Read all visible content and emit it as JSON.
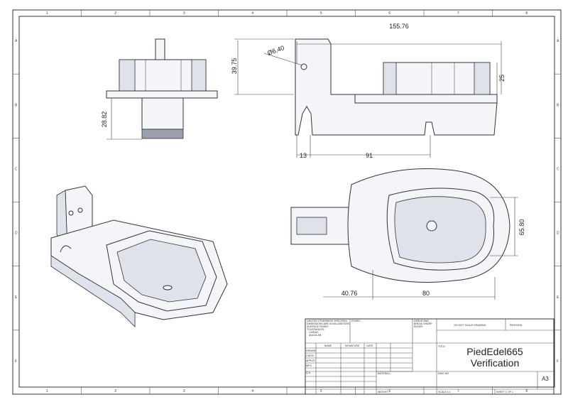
{
  "zones": {
    "columns": [
      "1",
      "2",
      "3",
      "4",
      "5",
      "6",
      "7",
      "8"
    ],
    "rows": [
      "A",
      "B",
      "C",
      "D",
      "E",
      "F"
    ]
  },
  "dimensions": {
    "overall_length": "155.76",
    "plate_height": "39.75",
    "hole_dia": "Ø6.40",
    "block_height": "25",
    "shaft_height": "28.82",
    "offset_13": "13",
    "len_91": "91",
    "width_65": "65.80",
    "len_40": "40.76",
    "len_80": "80"
  },
  "title_block": {
    "notes": [
      "UNLESS OTHERWISE SPECIFIED:",
      "DIMENSIONS ARE IN MILLIMETERS",
      "SURFACE FINISH:",
      "TOLERANCES:",
      "LINEAR:",
      "ANGULAR:"
    ],
    "finish": "FINISH:",
    "deburr": [
      "DEBUR AND",
      "BREAK SHARP",
      "EDGES"
    ],
    "do_not_scale": "DO NOT SCALE DRAWING",
    "revision": "REVISION",
    "headers": [
      "NAME",
      "SIGNATURE",
      "DATE"
    ],
    "roles": [
      "DRAWN",
      "CHK'D",
      "APPV'D",
      "MFG",
      "Q.A"
    ],
    "title_label": "TITLE:",
    "title_line1": "PiedEdel665",
    "title_line2": "Verification",
    "material": "MATERIAL:",
    "dwg_no": "DWG NO.",
    "size": "A3",
    "weight": "WEIGHT:",
    "scale": "SCALE:1:1",
    "sheet": "SHEET 1 OF 1"
  }
}
